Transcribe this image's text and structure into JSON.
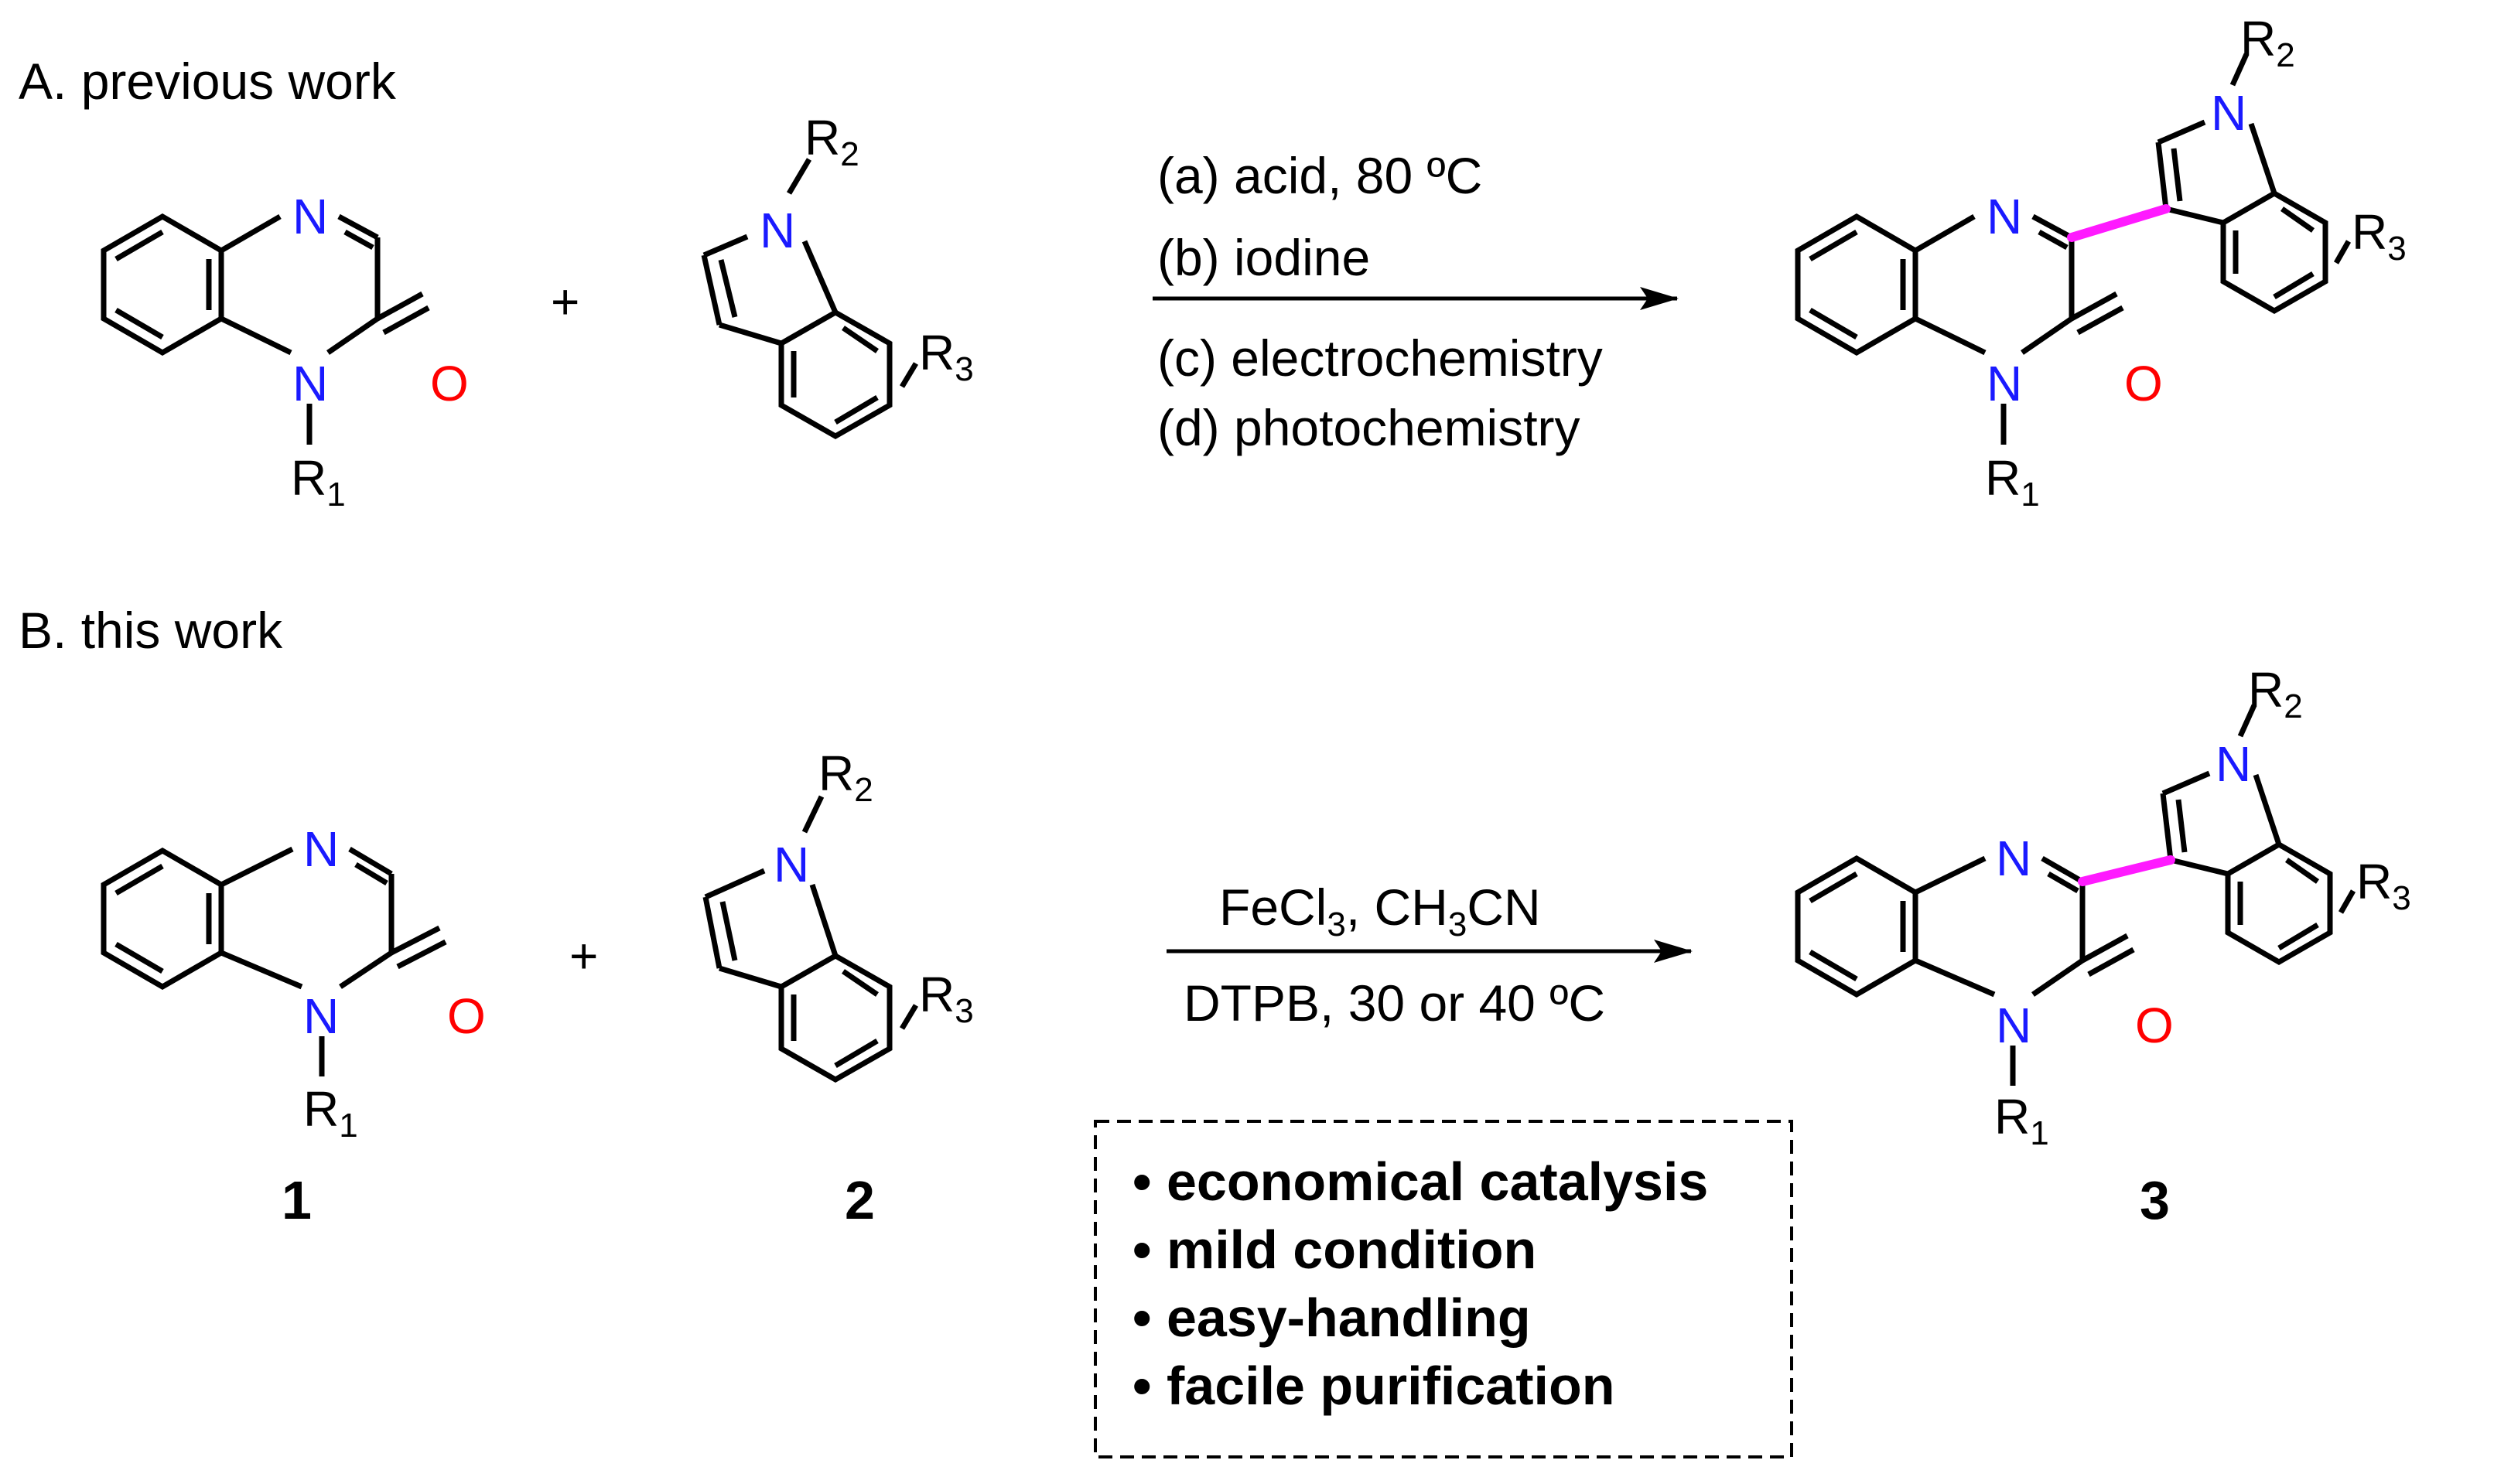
{
  "sections": {
    "a_label": "A. previous work",
    "b_label": "B. this work"
  },
  "atoms": {
    "N": "N",
    "O": "O",
    "R": "R",
    "r1_sub": "1",
    "r2_sub": "2",
    "r3_sub": "3"
  },
  "operators": {
    "plus": "+"
  },
  "conditions_a": [
    "(a) acid, 80 ºC",
    "(b) iodine",
    "(c) electrochemistry",
    "(d) photochemistry"
  ],
  "conditions_b": {
    "line1": {
      "fe": "FeCl",
      "fe_sub": "3",
      "mid": ", CH",
      "ch_sub": "3",
      "end": "CN"
    },
    "line2": "DTPB, 30 or 40 ºC"
  },
  "compound_numbers": [
    "1",
    "2",
    "3"
  ],
  "advantages": [
    "• economical catalysis",
    "• mild condition",
    "• easy-handling",
    "• facile purification"
  ],
  "colors": {
    "nitrogen": "#1a1aff",
    "oxygen": "#ff0000",
    "new_bond": "#ff1aff",
    "bond": "#000000"
  }
}
